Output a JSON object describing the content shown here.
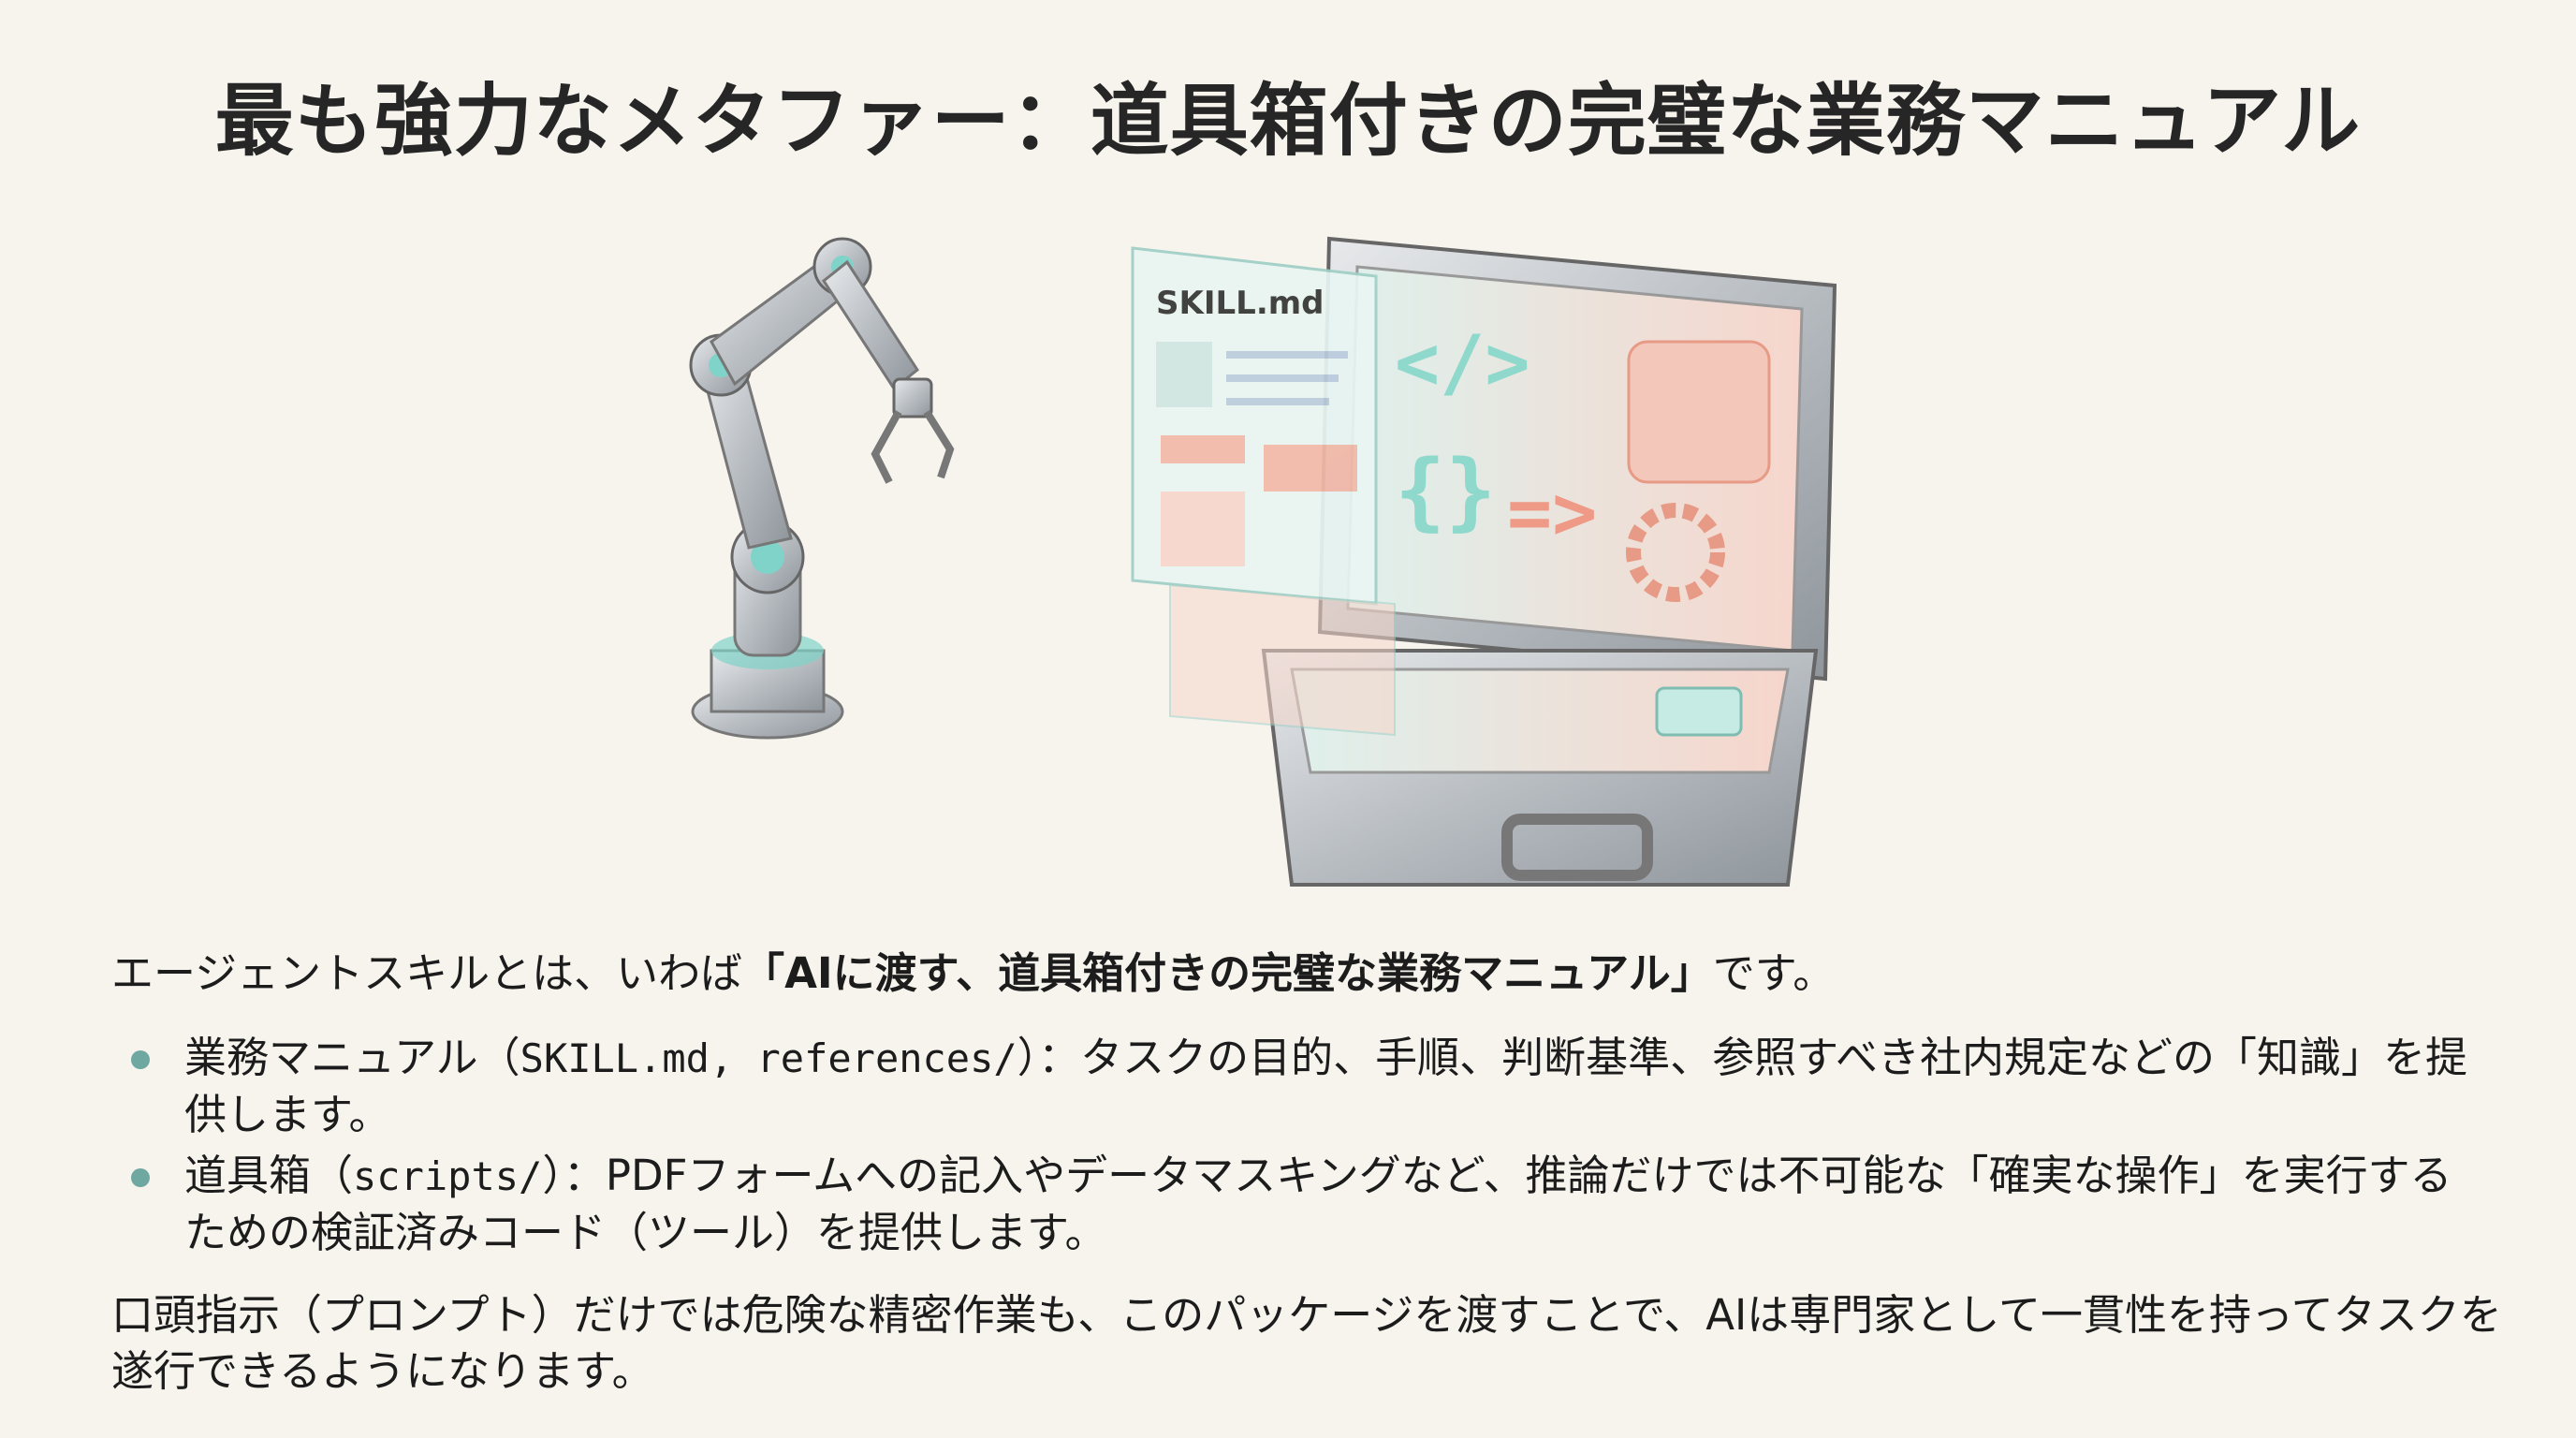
{
  "title": "最も強力なメタファー：道具箱付きの完璧な業務マニュアル",
  "illustration": {
    "document_label": "SKILL.md",
    "accent_teal": "#7fd3c8",
    "accent_coral": "#ef9a86"
  },
  "intro": {
    "before": "エージェントスキルとは、いわば",
    "bold": "「AIに渡す、道具箱付きの完璧な業務マニュアル」",
    "after": "です。"
  },
  "bullets": [
    {
      "term": "業務マニュアル（",
      "code": "SKILL.md, references/",
      "rest": "）：タスクの目的、手順、判断基準、参照すべき社内規定などの「知識」を提供します。"
    },
    {
      "term": "道具箱（",
      "code": "scripts/",
      "rest": "）：PDFフォームへの記入やデータマスキングなど、推論だけでは不可能な「確実な操作」を実行するための検証済みコード（ツール）を提供します。"
    }
  ],
  "conclusion": "口頭指示（プロンプト）だけでは危険な精密作業も、このパッケージを渡すことで、AIは専門家として一貫性を持ってタスクを遂行できるようになります。",
  "colors": {
    "bullet": "#6fa8a0",
    "background": "#f7f4ee"
  }
}
